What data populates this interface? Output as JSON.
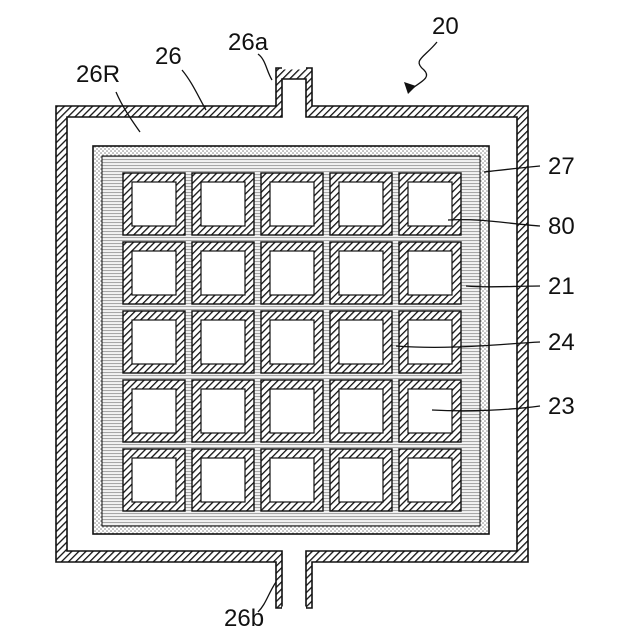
{
  "figure": {
    "reference_numerals": {
      "assembly": "20",
      "plate": "21",
      "cell": "23",
      "partition": "24",
      "casing": "26",
      "inlet": "26a",
      "outlet": "26b",
      "casing_interior": "26R",
      "filler": "27",
      "coating": "80"
    },
    "grid": {
      "rows": 5,
      "columns": 5
    },
    "colors": {
      "line": "#111111",
      "background": "#ffffff",
      "stipple": "#bdbdbd"
    }
  }
}
